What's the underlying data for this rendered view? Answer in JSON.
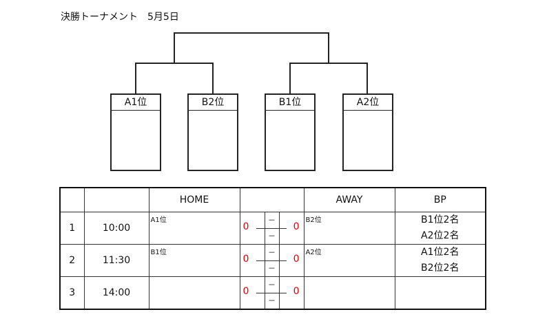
{
  "title": "決勝トーナメント　5月5日",
  "teams": [
    "A1位",
    "B2位",
    "B1位",
    "A2位"
  ],
  "table": {
    "headers": [
      "",
      "",
      "HOME",
      "",
      "AWAY",
      "BP"
    ],
    "rows": [
      {
        "no": "1",
        "time": "10:00",
        "home": "A1位",
        "home_score": "0",
        "dash_top": "－",
        "dash_bottom": "－",
        "away_score": "0",
        "away": "B2位",
        "bp": [
          "B1位2名",
          "A2位2名"
        ]
      },
      {
        "no": "2",
        "time": "11:30",
        "home": "B1位",
        "home_score": "0",
        "dash_top": "－",
        "dash_bottom": "－",
        "away_score": "0",
        "away": "A2位",
        "bp": [
          "A1位2名",
          "B2位2名"
        ]
      },
      {
        "no": "3",
        "time": "14:00",
        "home": "",
        "home_score": "0",
        "dash_top": "－",
        "dash_bottom": "－",
        "away_score": "0",
        "away": "",
        "bp": []
      }
    ]
  },
  "colors": {
    "score": "#e00000",
    "line": "#222222"
  }
}
